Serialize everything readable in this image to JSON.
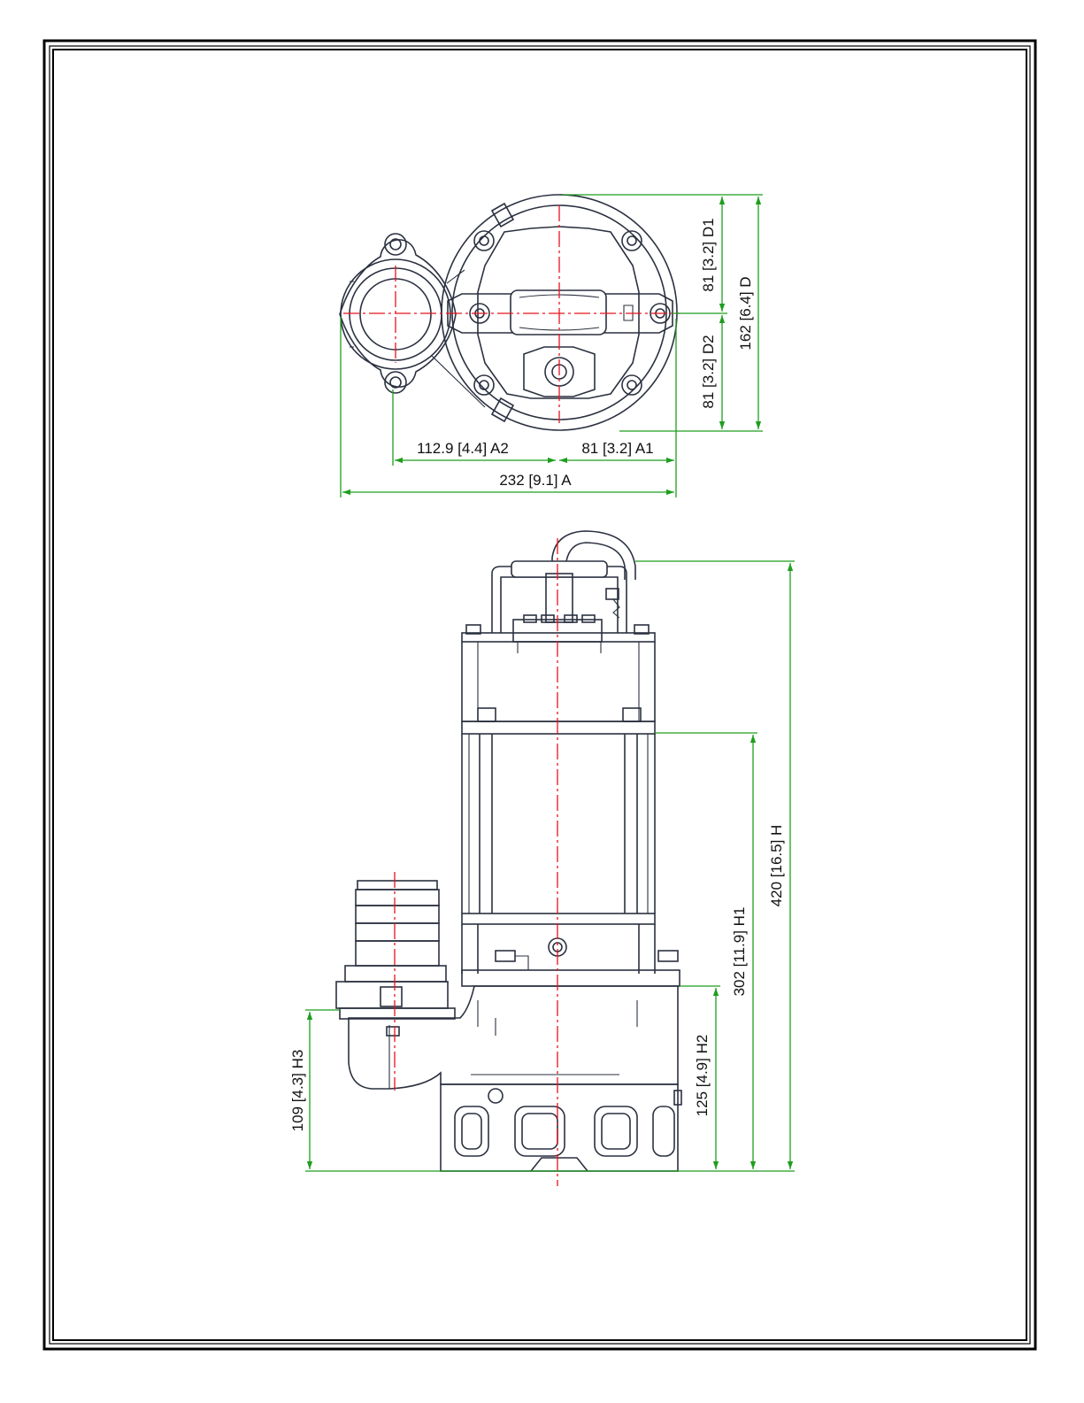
{
  "drawing": {
    "colors": {
      "frame": "#000000",
      "outline": "#2b3140",
      "dimension": "#1e9e1e",
      "centerline": "#e8141c",
      "text": "#111111"
    },
    "top_view": {
      "dimensions": {
        "d1": "81 [3.2] D1",
        "d": "162 [6.4] D",
        "d2": "81 [3.2] D2",
        "a2": "112.9 [4.4] A2",
        "a1": "81 [3.2] A1",
        "a": "232 [9.1] A"
      }
    },
    "side_view": {
      "dimensions": {
        "h": "420 [16.5] H",
        "h1": "302 [11.9] H1",
        "h2": "125 [4.9] H2",
        "h3": "109 [4.3] H3"
      }
    }
  }
}
